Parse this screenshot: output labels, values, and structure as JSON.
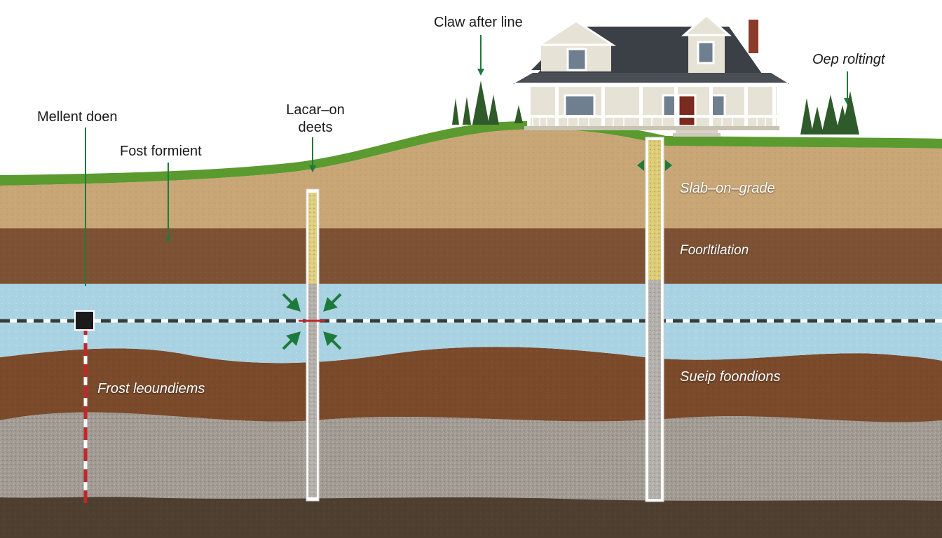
{
  "labels": {
    "meltline": "Mellent doen",
    "frost_formation": "Fost formient",
    "lacar_on": "Lacar–on",
    "lacar_on_2": "deets",
    "claw_after": "Claw after line",
    "deep_routing": "Oep roltingt",
    "slab_on_grade": "Slab–on–grade",
    "foundation": "Foorltilation",
    "frost_foundations": "Frost leoundiems",
    "slab_foundations": "Sueip foondions"
  },
  "colors": {
    "sky": "#ffffff",
    "grass": "#5b9a2f",
    "topsoil": "#c9a676",
    "clay": "#7d5234",
    "groundwater": "#a9d2e2",
    "brown_soil": "#7a4a2b",
    "gravel": "#a09a92",
    "bedrock": "#4f3f31",
    "arrow": "#1e7a3c",
    "marker_red": "#c0282c"
  },
  "icons": [
    "house-icon",
    "pine-tree-icon",
    "arrow-icon",
    "pile-icon",
    "survey-stake-icon"
  ]
}
